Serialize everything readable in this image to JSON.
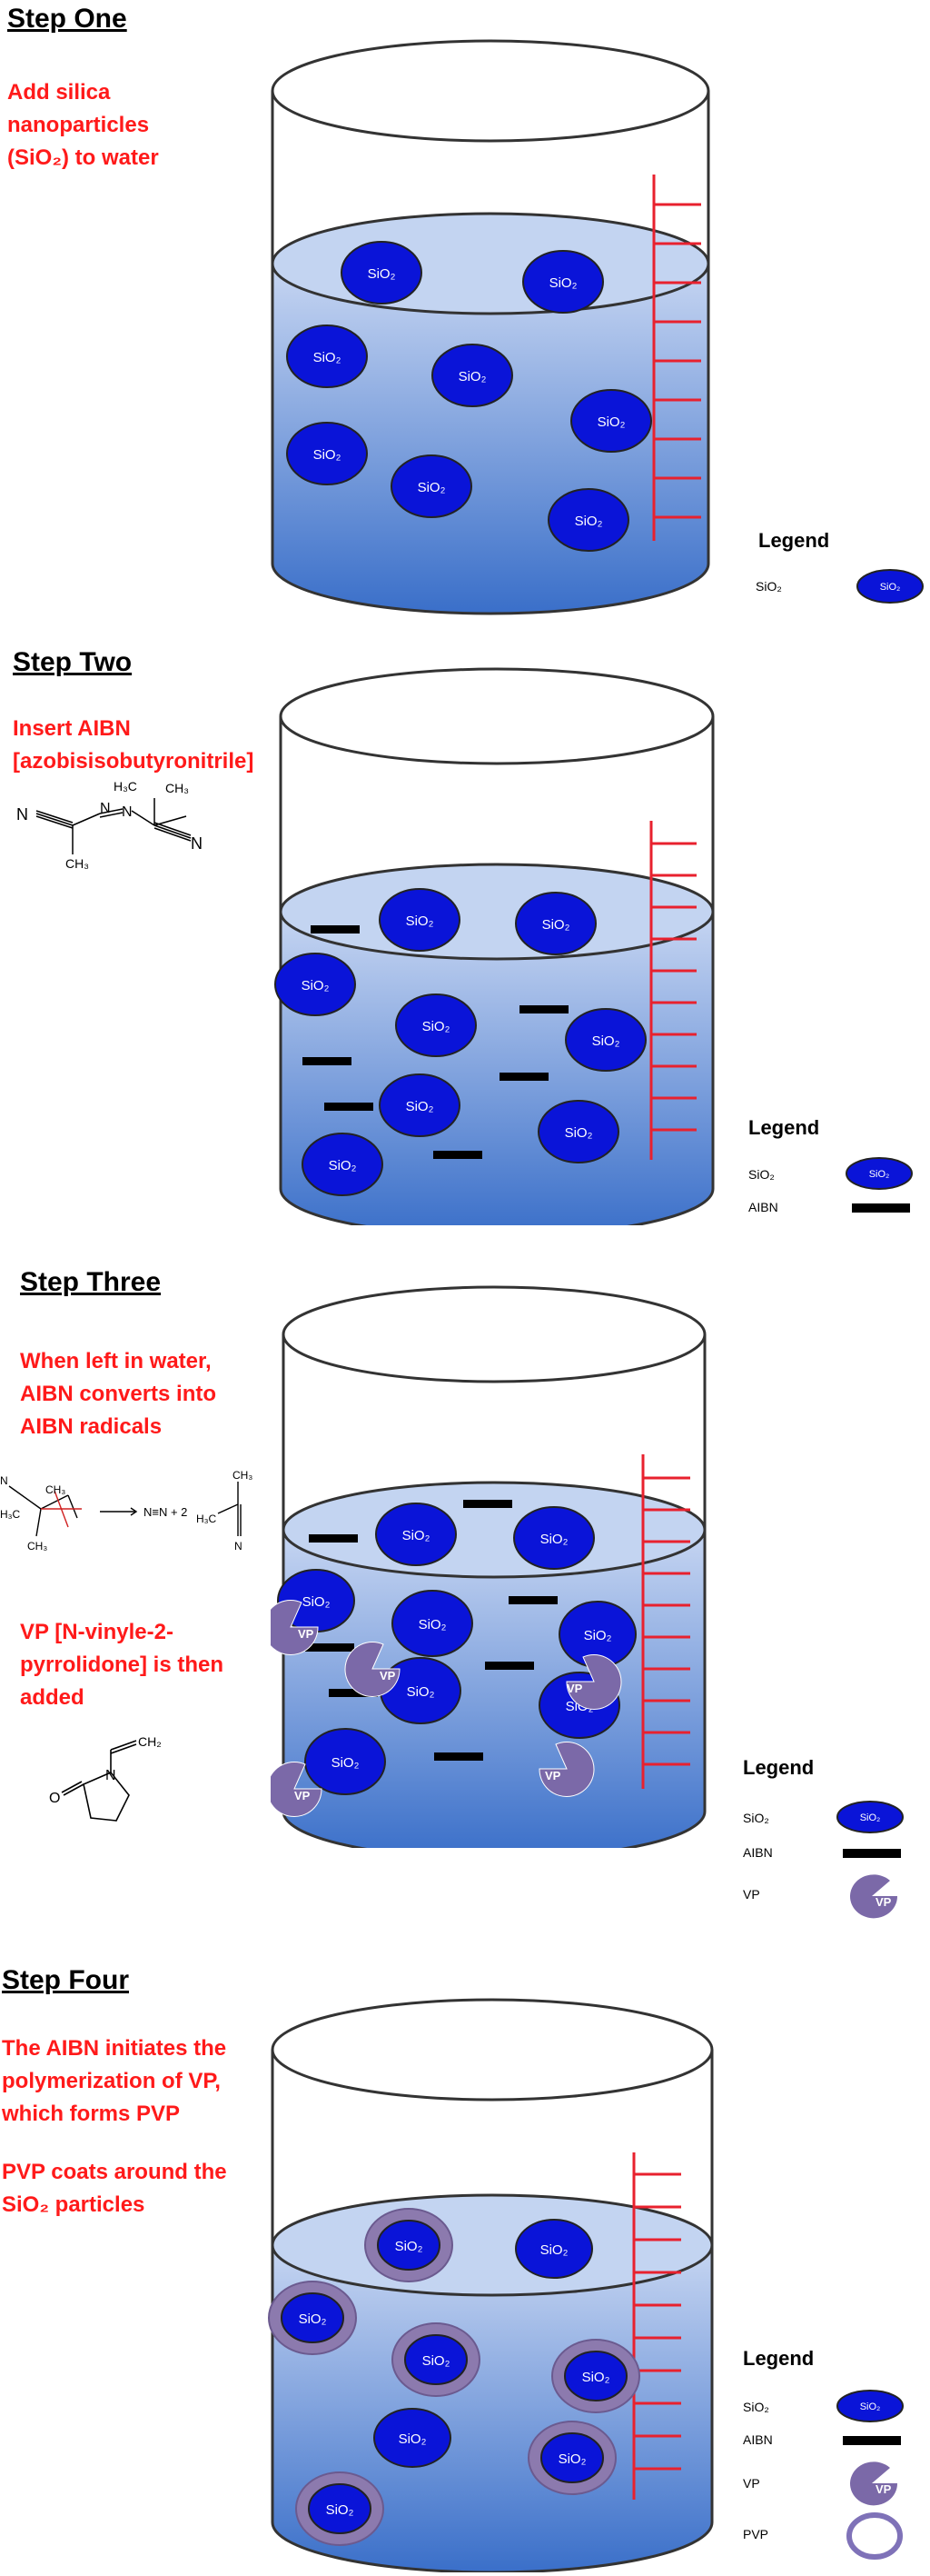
{
  "steps": [
    {
      "title": "Step One",
      "description": "Add silica\nnanoparticles\n(SiO₂) to water",
      "legend": {
        "title": "Legend",
        "items": [
          {
            "label": "SiO₂",
            "icon": "sio2-particle-icon"
          }
        ]
      }
    },
    {
      "title": "Step Two",
      "description": "Insert AIBN\n[azobisisobutyronitrile]",
      "legend": {
        "title": "Legend",
        "items": [
          {
            "label": "SiO₂",
            "icon": "sio2-particle-icon"
          },
          {
            "label": "AIBN",
            "icon": "aibn-bar-icon"
          }
        ]
      }
    },
    {
      "title": "Step Three",
      "description": "When left in water,\nAIBN converts into\nAIBN radicals",
      "description2": "VP [N-vinyle-2-\npyrrolidone] is then\nadded",
      "legend": {
        "title": "Legend",
        "items": [
          {
            "label": "SiO₂",
            "icon": "sio2-particle-icon"
          },
          {
            "label": "AIBN",
            "icon": "aibn-bar-icon"
          },
          {
            "label": "VP",
            "icon": "vp-pacman-icon"
          }
        ]
      }
    },
    {
      "title": "Step Four",
      "description": "The AIBN initiates the\npolymerization of VP,\nwhich forms PVP",
      "description2": "PVP coats around the\nSiO₂ particles",
      "legend": {
        "title": "Legend",
        "items": [
          {
            "label": "SiO₂",
            "icon": "sio2-particle-icon"
          },
          {
            "label": "AIBN",
            "icon": "aibn-bar-icon"
          },
          {
            "label": "VP",
            "icon": "vp-pacman-icon"
          },
          {
            "label": "PVP",
            "icon": "pvp-ring-icon"
          }
        ]
      }
    }
  ],
  "particle_label": "SiO₂",
  "vp_label": "VP",
  "chem": {
    "aibn_h3c_top": "H₃C",
    "aibn_ch3_top": "CH₃",
    "aibn_n_left": "N",
    "aibn_n_right": "N",
    "aibn_ch3_bottom": "CH₃",
    "aibn_azo_n1": "N",
    "aibn_azo_n2": "N",
    "radical_product": "N≡N + 2",
    "radical_h3c": "H₃C",
    "radical_ch3": "CH₃",
    "radical_n": "N",
    "vp_n": "N",
    "vp_o": "O",
    "vp_ch2": "CH₂"
  },
  "colors": {
    "particle": "#0a14d8",
    "water_top": "#c7d6f2",
    "water_bottom": "#3a6fc9",
    "scale": "#e8212e",
    "text_red": "#ff1a1a",
    "vp": "#7b69a8",
    "pvp": "#8c7aae"
  }
}
